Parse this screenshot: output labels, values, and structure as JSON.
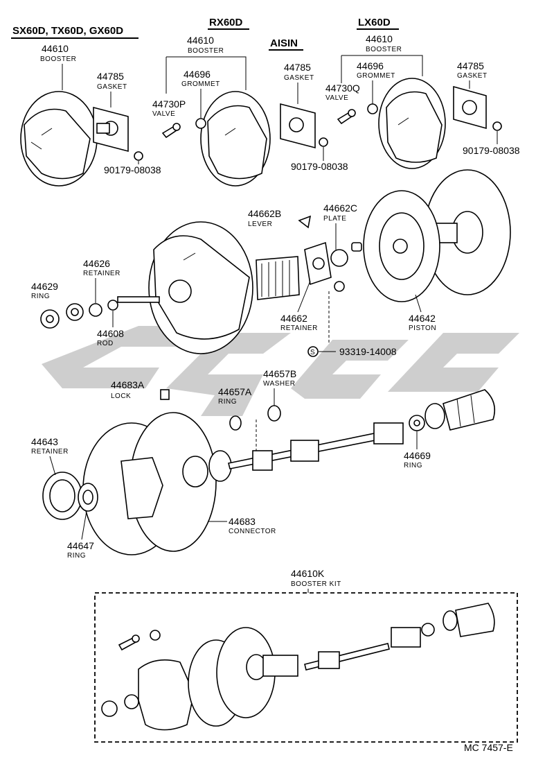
{
  "headers": {
    "group_sx": "SX60D, TX60D, GX60D",
    "group_rx": "RX60D",
    "aisin": "AISIN",
    "group_lx": "LX60D"
  },
  "labels": {
    "booster_left": {
      "num": "44610",
      "name": "BOOSTER"
    },
    "gasket_left": {
      "num": "44785",
      "name": "GASKET"
    },
    "nut_left": {
      "num": "90179-08038"
    },
    "booster_mid": {
      "num": "44610",
      "name": "BOOSTER"
    },
    "grommet_mid": {
      "num": "44696",
      "name": "GROMMET"
    },
    "valve_mid": {
      "num": "44730P",
      "name": "VALVE"
    },
    "gasket_mid": {
      "num": "44785",
      "name": "GASKET"
    },
    "nut_mid": {
      "num": "90179-08038"
    },
    "booster_right": {
      "num": "44610",
      "name": "BOOSTER"
    },
    "grommet_right": {
      "num": "44696",
      "name": "GROMMET"
    },
    "valve_right": {
      "num": "44730Q",
      "name": "VALVE"
    },
    "gasket_right": {
      "num": "44785",
      "name": "GASKET"
    },
    "nut_right": {
      "num": "90179-08038"
    },
    "lever": {
      "num": "44662B",
      "name": "LEVER"
    },
    "plate": {
      "num": "44662C",
      "name": "PLATE"
    },
    "retainer_rod": {
      "num": "44626",
      "name": "RETAINER"
    },
    "ring_44629": {
      "num": "44629",
      "name": "RING"
    },
    "rod": {
      "num": "44608",
      "name": "ROD"
    },
    "retainer_44662": {
      "num": "44662",
      "name": "RETAINER"
    },
    "piston": {
      "num": "44642",
      "name": "PISTON"
    },
    "screw": {
      "num": "93319-14008",
      "symbol": "S"
    },
    "lock": {
      "num": "44683A",
      "name": "LOCK"
    },
    "ring_44657a": {
      "num": "44657A",
      "name": "RING"
    },
    "washer": {
      "num": "44657B",
      "name": "WASHER"
    },
    "retainer_44643": {
      "num": "44643",
      "name": "RETAINER"
    },
    "ring_44669": {
      "num": "44669",
      "name": "RING"
    },
    "ring_44647": {
      "num": "44647",
      "name": "RING"
    },
    "connector": {
      "num": "44683",
      "name": "CONNECTOR"
    },
    "kit": {
      "num": "44610K",
      "name": "BOOSTER KIT"
    }
  },
  "diagram_code": "MC 7457-E"
}
